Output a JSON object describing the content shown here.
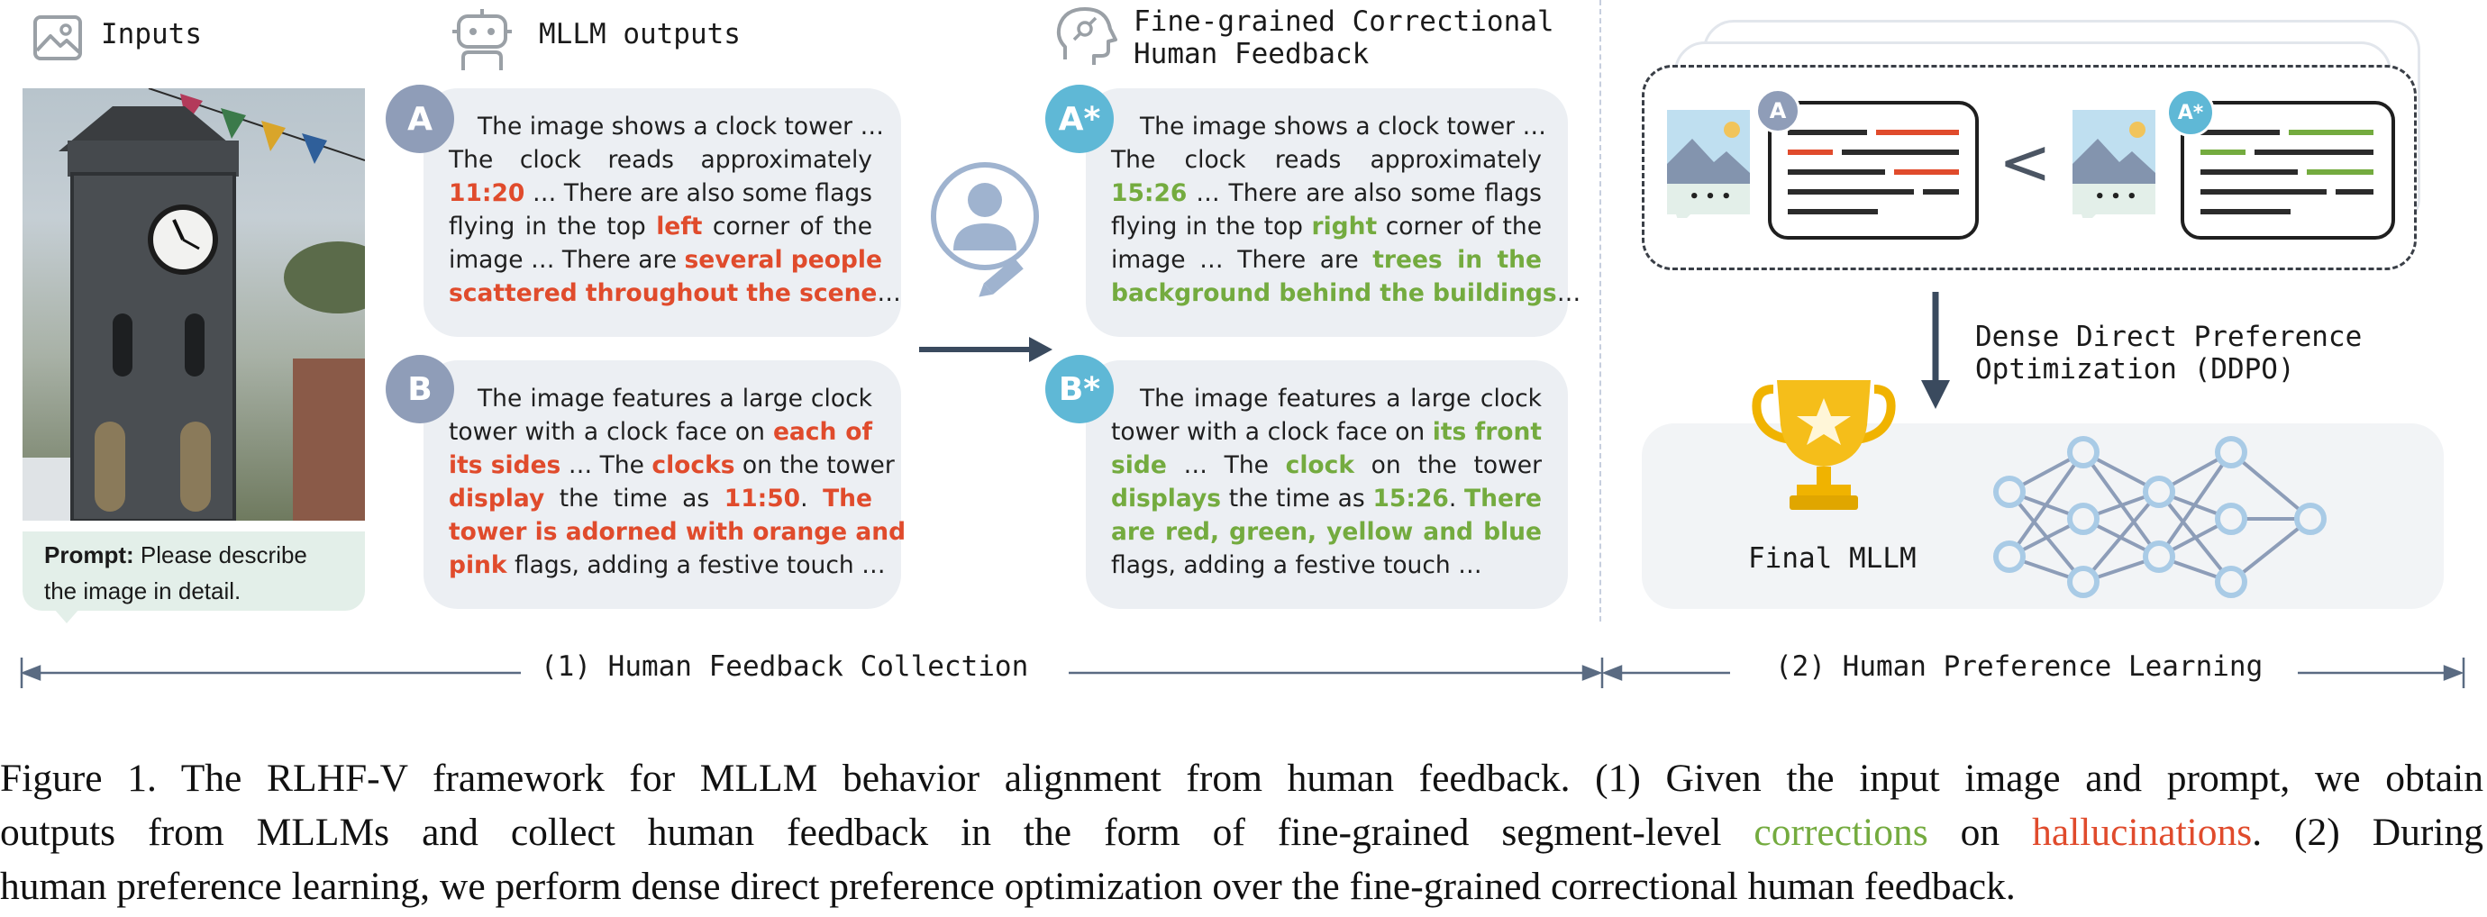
{
  "headers": {
    "inputs": "Inputs",
    "mllm_outputs": "MLLM outputs",
    "feedback_line1": "Fine-grained Correctional",
    "feedback_line2": "Human Feedback"
  },
  "prompt": {
    "label": "Prompt:",
    "text_line1": " Please describe",
    "text_line2": "the image in detail."
  },
  "badges": {
    "a": "A",
    "b": "B",
    "a_star": "A*",
    "b_star": "B*"
  },
  "output_a": {
    "l1": "The image shows a clock tower …",
    "l2": "The clock reads approximately",
    "l3_red": "11:20",
    "l3_rest": " … There are also some flags",
    "l4_pre": "flying in the top ",
    "l4_red": "left",
    "l4_post": " corner of the",
    "l5_pre": "image … There are ",
    "l5_red": "several people",
    "l6_red": "scattered throughout the scene",
    "l6_post": "…"
  },
  "output_b": {
    "l1": "The image features a large clock",
    "l2_pre": "tower with a clock face on ",
    "l2_red": "each of",
    "l3_red1": "its sides",
    "l3_mid": " … The ",
    "l3_red2": "clocks",
    "l3_post": " on the tower",
    "l4_red1": "display",
    "l4_mid": " the time as ",
    "l4_red2": "11:50",
    "l4_mid2": ". ",
    "l4_red3": "The",
    "l5_red": "tower is adorned with orange and",
    "l6_red": "pink",
    "l6_post": " flags, adding a festive touch …"
  },
  "output_a_star": {
    "l1": "The image shows a clock tower …",
    "l2": "The clock reads approximately",
    "l3_green": "15:26",
    "l3_rest": " … There are also some flags",
    "l4_pre": "flying in the top ",
    "l4_green": "right",
    "l4_post": " corner of the",
    "l5_pre": "image … There are ",
    "l5_green": "trees in the",
    "l6_green": "background behind the buildings",
    "l6_post": "…"
  },
  "output_b_star": {
    "l1": "The image features a large clock",
    "l2_pre": "tower with a clock face on ",
    "l2_green": "its front",
    "l3_green1": "side",
    "l3_mid": " … The ",
    "l3_green2": "clock",
    "l3_post": " on the tower",
    "l4_green1": "displays",
    "l4_mid": " the time as ",
    "l4_green2": "15:26",
    "l4_mid2": ". ",
    "l4_green3": "There",
    "l5_green": "are red, green, yellow and blue",
    "l6_post": "flags, adding a festive touch …"
  },
  "right_panel": {
    "comparison_symbol": "<",
    "ddpo_line1": "Dense Direct Preference",
    "ddpo_line2": "Optimization (DDPO)",
    "final_mllm": "Final MLLM",
    "dots": "• • •"
  },
  "phases": {
    "phase1": "(1) Human Feedback Collection",
    "phase2": "(2) Human Preference Learning"
  },
  "caption": {
    "l1": "Figure 1. The RLHF-V framework for MLLM behavior alignment from human feedback. (1) Given the input image and prompt, we obtain",
    "l2_pre": "outputs from MLLMs and collect human feedback in the form of fine-grained segment-level ",
    "l2_green": "corrections",
    "l2_mid": " on ",
    "l2_red": "hallucinations",
    "l2_post": ".  (2) During",
    "l3": "human preference learning, we perform dense direct preference optimization over the fine-grained correctional human feedback."
  },
  "colors": {
    "hallucination": "#e04b2c",
    "correction": "#74ab3f",
    "badge_grey": "#8f9db8",
    "badge_teal": "#5fb8d6",
    "arrow": "#3a4a5e"
  },
  "icons": {
    "inputs": "image-icon",
    "mllm": "robot-icon",
    "feedback": "human-head-icon",
    "annotator": "person-with-pencil-icon",
    "trophy": "trophy-icon",
    "network": "neural-network-icon"
  }
}
